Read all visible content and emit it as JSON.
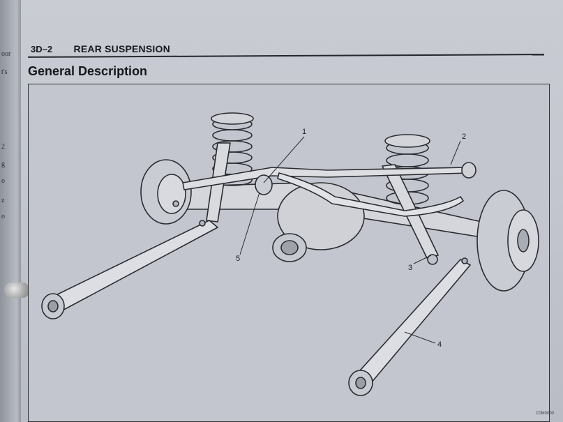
{
  "left_page_fragments": [
    "oor",
    "t's",
    "2",
    "g",
    "o",
    "z",
    "o"
  ],
  "header": {
    "page_code": "3D–2",
    "chapter_title": "REAR SUSPENSION"
  },
  "section_title": "General Description",
  "figure": {
    "callouts": [
      "1",
      "2",
      "3",
      "4",
      "5"
    ],
    "figure_code": "C0M0000"
  }
}
